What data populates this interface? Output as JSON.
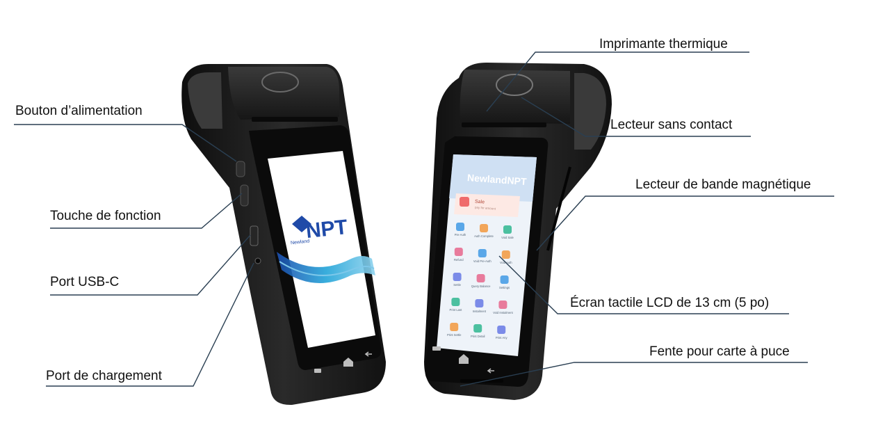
{
  "labels": {
    "power_button": "Bouton d’alimentation",
    "function_key": "Touche de fonction",
    "usb_c": "Port USB-C",
    "charging_port": "Port de chargement",
    "thermal_printer": "Imprimante thermique",
    "contactless_reader": "Lecteur sans contact",
    "magstripe_reader": "Lecteur de bande magnétique",
    "lcd_screen": "Écran tactile LCD de 13 cm (5 po)",
    "chip_slot": "Fente pour carte à puce"
  },
  "left_device": {
    "logo_text": "NPT",
    "logo_sub": "Newland"
  },
  "right_device": {
    "brand": "NewlandNPT",
    "sale_title": "Sale",
    "sale_sub": "pay for amount",
    "apps": [
      "Pre-Auth",
      "Auth Complete",
      "Void Sale",
      "Refund",
      "Void Pre-Auth",
      "Void Auth",
      "Settle",
      "Query Balance",
      "Settings",
      "Print Last",
      "Instalment",
      "Void Instalment",
      "Print Settle",
      "Print Detail",
      "Print Any"
    ]
  },
  "colors": {
    "device_body": "#1c1c1c",
    "line": "#2a3f52",
    "logo_blue": "#1f4aa8",
    "screen_bg": "#eef3f9"
  }
}
